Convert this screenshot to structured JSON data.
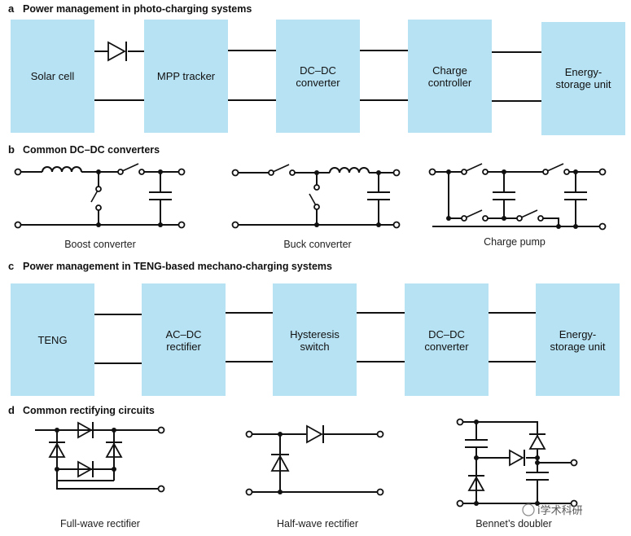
{
  "sections": {
    "a": {
      "letter": "a",
      "title": "Power management in photo-charging systems",
      "boxes": [
        [
          "Solar cell"
        ],
        [
          "MPP tracker"
        ],
        [
          "DC–DC",
          "converter"
        ],
        [
          "Charge",
          "controller"
        ],
        [
          "Energy-",
          "storage unit"
        ]
      ]
    },
    "b": {
      "letter": "b",
      "title": "Common DC–DC converters",
      "captions": [
        "Boost converter",
        "Buck converter",
        "Charge pump"
      ]
    },
    "c": {
      "letter": "c",
      "title": "Power management in TENG-based mechano-charging systems",
      "boxes": [
        [
          "TENG"
        ],
        [
          "AC–DC",
          "rectifier"
        ],
        [
          "Hysteresis",
          "switch"
        ],
        [
          "DC–DC",
          "converter"
        ],
        [
          "Energy-",
          "storage unit"
        ]
      ]
    },
    "d": {
      "letter": "d",
      "title": "Common rectifying circuits",
      "captions": [
        "Full-wave rectifier",
        "Half-wave rectifier",
        "Bennet’s doubler"
      ]
    }
  },
  "watermark": "i学术科研"
}
